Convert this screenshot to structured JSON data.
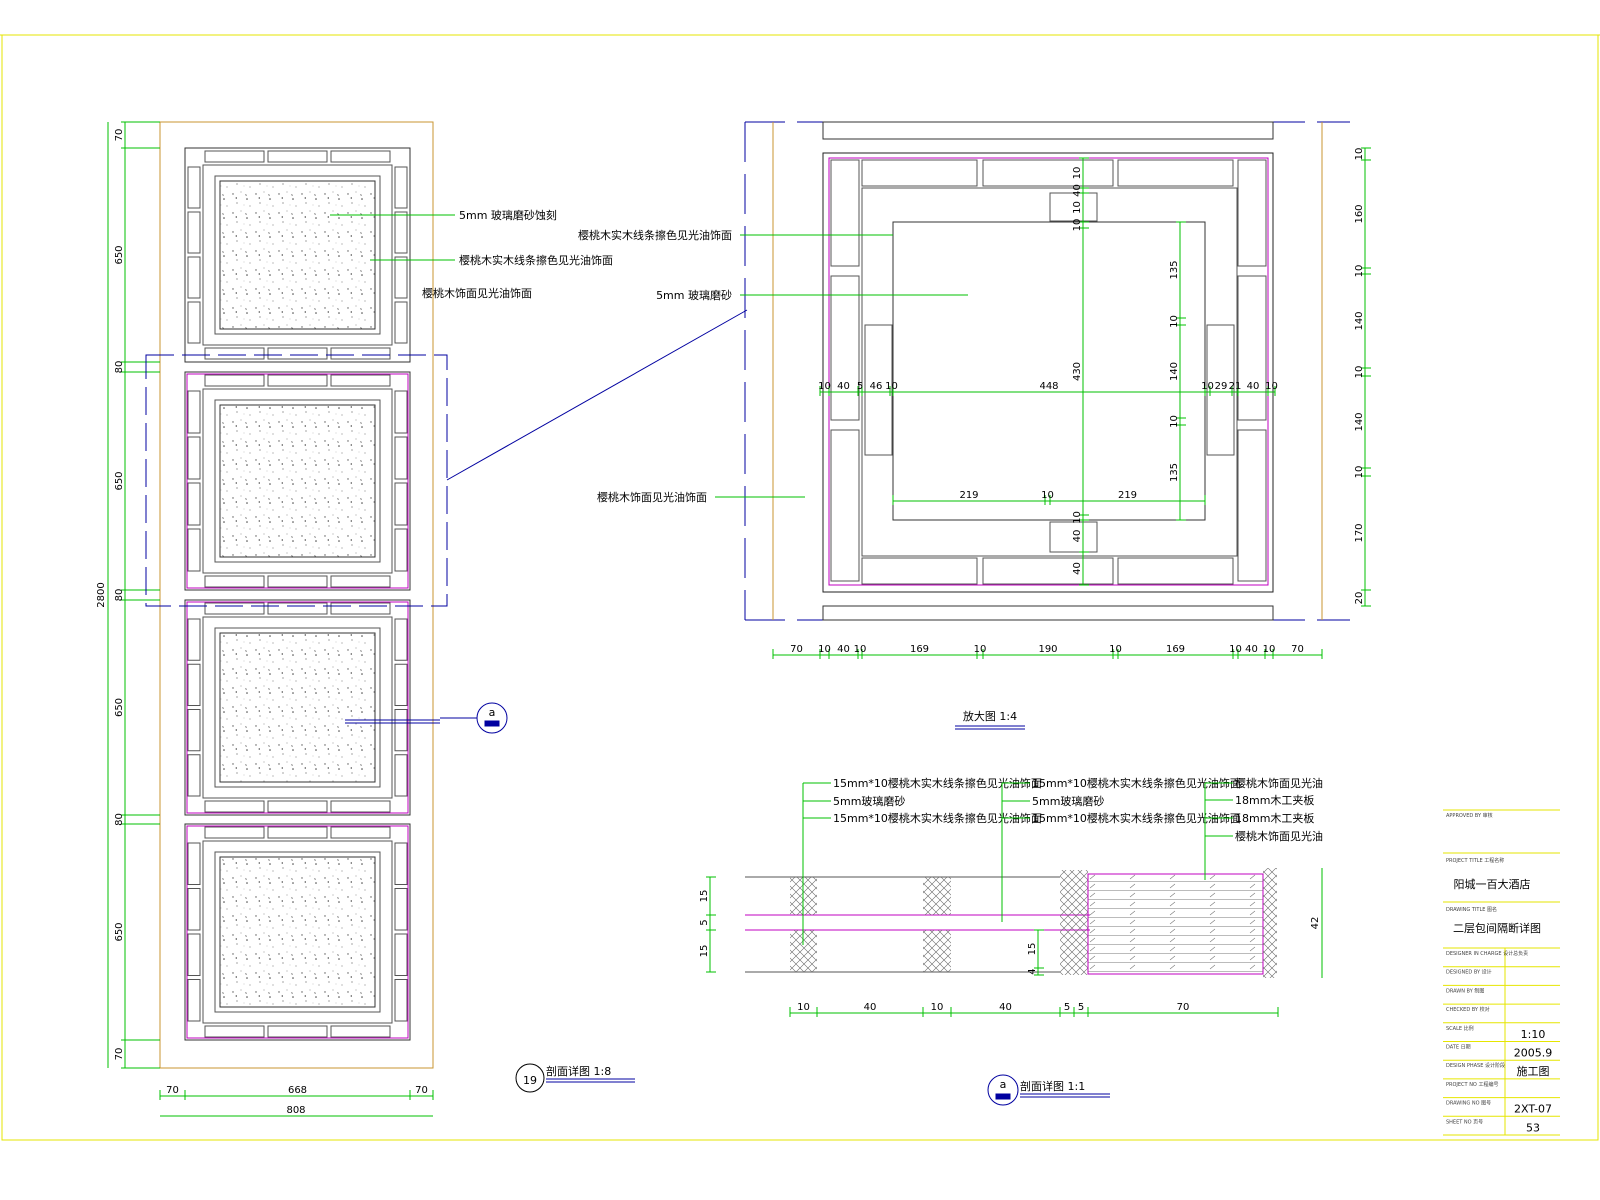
{
  "colors": {
    "frame": "#e6e600",
    "dim": "#00c000",
    "magenta": "#c000c0",
    "blue": "#0000a0",
    "orange": "#c89632",
    "line": "#555555"
  },
  "elevation": {
    "left_dims": [
      "70",
      "650",
      "80",
      "650",
      "80",
      "650",
      "80",
      "650",
      "70"
    ],
    "total_height": "2800",
    "bottom_dims": [
      "70",
      "668",
      "70"
    ],
    "total_width": "808",
    "notes": [
      "5mm 玻璃磨砂蚀刻",
      "樱桃木实木线条擦色见光油饰面",
      "樱桃木饰面见光油饰面"
    ],
    "section_marker": "a",
    "title_number": "19",
    "title": "剖面详图  1:8"
  },
  "enlarged": {
    "title": "放大图  1:4",
    "notes": [
      "樱桃木实木线条擦色见光油饰面",
      "5mm 玻璃磨砂",
      "樱桃木饰面见光油饰面"
    ],
    "bottom_dims": [
      "70",
      "10",
      "40",
      "10",
      "169",
      "10",
      "190",
      "10",
      "169",
      "10",
      "40",
      "10",
      "70"
    ],
    "right_dims": [
      "10",
      "160",
      "10",
      "140",
      "10",
      "140",
      "10",
      "170",
      "20"
    ],
    "middle_h_dims": [
      "10",
      "40",
      "5",
      "46",
      "10",
      "448",
      "10",
      "29",
      "21",
      "40",
      "10"
    ],
    "middle_v_dims": [
      "135",
      "10",
      "140",
      "10",
      "135"
    ],
    "center_v_dims": [
      "10",
      "40",
      "10",
      "10",
      "430",
      "10",
      "40",
      "40"
    ],
    "inner_h_dims": [
      "219",
      "10",
      "219"
    ]
  },
  "section": {
    "title_marker": "a",
    "title": "剖面详图  1:1",
    "notes_a": [
      "15mm*10樱桃木实木线条擦色见光油饰面",
      "5mm玻璃磨砂",
      "15mm*10樱桃木实木线条擦色见光油饰面"
    ],
    "notes_b": [
      "15mm*10樱桃木实木线条擦色见光油饰面",
      "5mm玻璃磨砂",
      "15mm*10樱桃木实木线条擦色见光油饰面"
    ],
    "notes_c": [
      "樱桃木饰面见光油",
      "18mm木工夹板",
      "18mm木工夹板",
      "樱桃木饰面见光油"
    ],
    "left_dims": [
      "15",
      "5",
      "15"
    ],
    "small_dims": [
      "15",
      "4"
    ],
    "right_dim": "42",
    "bottom_dims": [
      "10",
      "40",
      "10",
      "40",
      "5",
      "5",
      "70"
    ]
  },
  "title_block": {
    "approved_by": "APPROVED BY 审核",
    "project_title_label": "PROJECT TITLE 工程名称",
    "project_title": "阳城一百大酒店",
    "drawing_title_label": "DRAWING TITLE 图名",
    "drawing_title": "二层包间隔断详图",
    "rows": [
      {
        "label": "DESIGNER IN CHARGE 设计总负责",
        "value": ""
      },
      {
        "label": "DESIGNED BY 设计",
        "value": ""
      },
      {
        "label": "DRAWN BY 制图",
        "value": ""
      },
      {
        "label": "CHECKED BY 校对",
        "value": ""
      },
      {
        "label": "SCALE 比例",
        "value": "1:10"
      },
      {
        "label": "DATE 日期",
        "value": "2005.9"
      },
      {
        "label": "DESIGN PHASE 设计阶段",
        "value": "施工图"
      },
      {
        "label": "PROJECT NO 工程编号",
        "value": ""
      },
      {
        "label": "DRAWING NO 图号",
        "value": "2XT-07"
      },
      {
        "label": "SHEET NO 页号",
        "value": "53"
      }
    ]
  }
}
